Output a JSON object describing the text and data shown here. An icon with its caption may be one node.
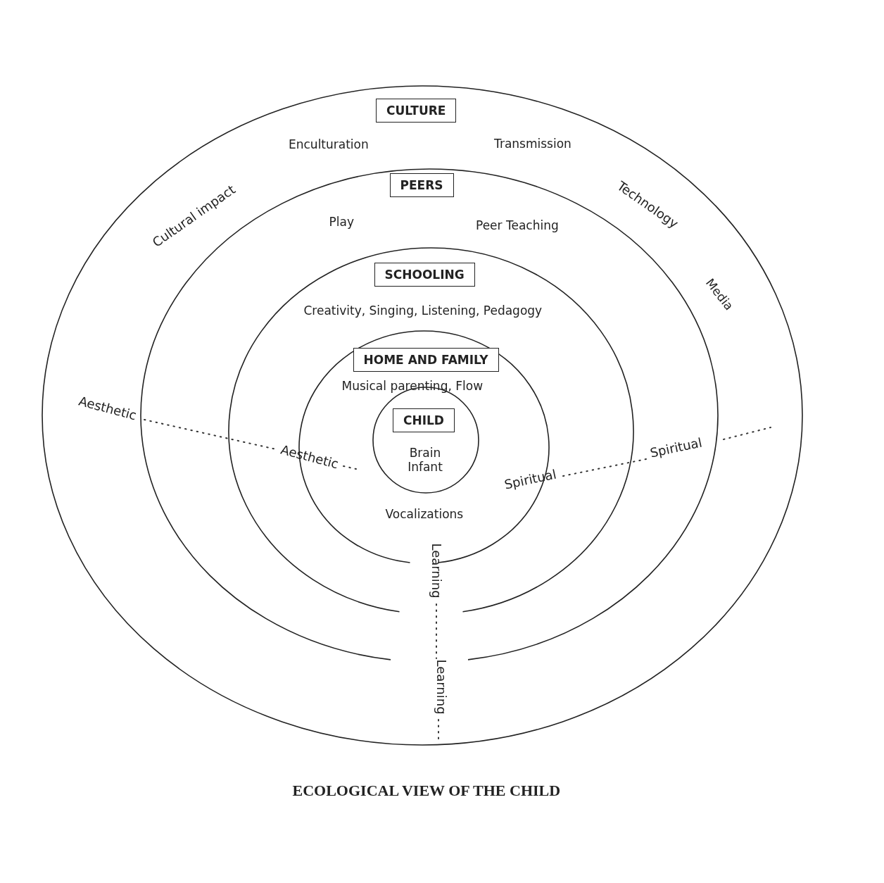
{
  "diagram": {
    "caption": "ECOLOGICAL VIEW OF THE CHILD",
    "nodes": [
      {
        "text": [
          "CULTURE",
          "Enculturation",
          "Transmission",
          "Media"
        ]
      },
      {
        "text": [
          "PEERS",
          "Play",
          "Peer Teaching"
        ],
        "in": 0
      },
      {
        "text": [
          "SCHOOLING",
          "Creativity, Singing,  Listening, Pedagogy"
        ],
        "in": 1
      },
      {
        "text": [
          "HOME AND FAMILY",
          "Musical parenting, Flow",
          "Vocalizations"
        ],
        "in": 2
      },
      {
        "text": [
          "CHILD",
          "Brain Infant"
        ],
        "in": 3
      }
    ],
    "edges": [],
    "labels": [
      "Cultural impact",
      "Technology",
      "Aesthetic",
      "Aesthetic",
      "Spiritual",
      "Spiritual",
      "Learning",
      "Learning"
    ]
  }
}
